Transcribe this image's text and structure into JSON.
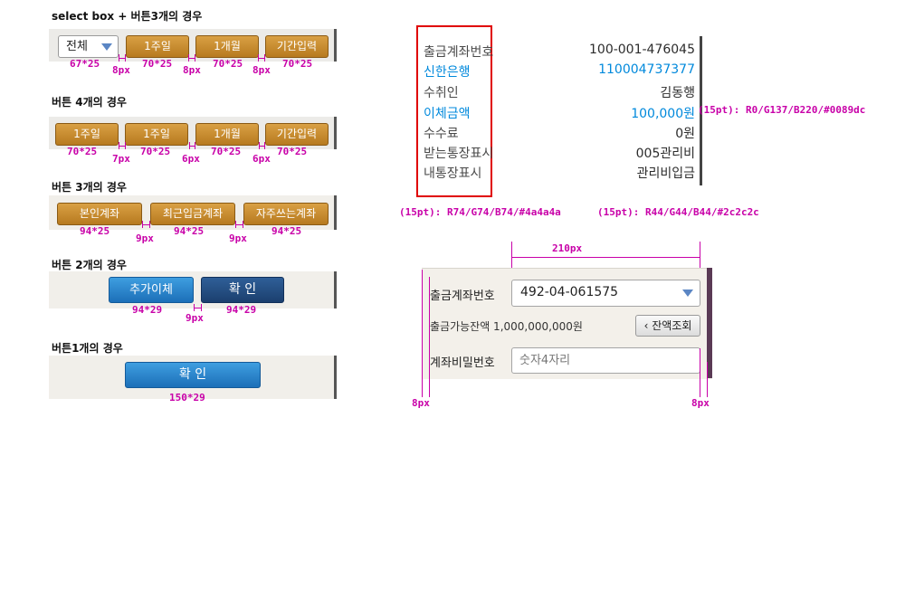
{
  "sections": {
    "s1": {
      "title": "select box + 버튼3개의 경우",
      "select_label": "전체",
      "buttons": [
        "1주일",
        "1개월",
        "기간입력"
      ],
      "dims": [
        "67*25",
        "8px",
        "70*25",
        "8px",
        "70*25",
        "8px",
        "70*25"
      ]
    },
    "s2": {
      "title": "버튼 4개의 경우",
      "buttons": [
        "1주일",
        "1주일",
        "1개월",
        "기간입력"
      ],
      "dims": [
        "70*25",
        "7px",
        "70*25",
        "6px",
        "70*25",
        "6px",
        "70*25"
      ]
    },
    "s3": {
      "title": "버튼 3개의 경우",
      "buttons": [
        "본인계좌",
        "최근입금계좌",
        "자주쓰는계좌"
      ],
      "dims": [
        "94*25",
        "9px",
        "94*25",
        "9px",
        "94*25"
      ]
    },
    "s4": {
      "title": "버튼 2개의 경우",
      "buttons": [
        "추가이체",
        "확 인"
      ],
      "dims": [
        "94*29",
        "9px",
        "94*29"
      ]
    },
    "s5": {
      "title": "버튼1개의 경우",
      "buttons": [
        "확 인"
      ],
      "dims": [
        "150*29"
      ]
    }
  },
  "info_table": {
    "rows": [
      {
        "label": "출금계좌번호",
        "value": "100-001-476045",
        "highlight": false
      },
      {
        "label": "신한은행",
        "value": "110004737377",
        "highlight": true
      },
      {
        "label": "수취인",
        "value": "김동행",
        "highlight": false
      },
      {
        "label": "이체금액",
        "value": "100,000원",
        "highlight": true
      },
      {
        "label": "수수료",
        "value": "0원",
        "highlight": false
      },
      {
        "label": "받는통장표시",
        "value": "005관리비",
        "highlight": false
      },
      {
        "label": "내통장표시",
        "value": "관리비입금",
        "highlight": false
      }
    ],
    "annotation_highlight": "(15pt): R0/G137/B220/#0089dc",
    "annotation_label": "(15pt): R74/G74/B74/#4a4a4a",
    "annotation_value": "(15pt): R44/G44/B44/#2c2c2c"
  },
  "form": {
    "width_dim": "210px",
    "account_label": "출금계좌번호",
    "account_value": "492-04-061575",
    "balance_text": "출금가능잔액 1,000,000,000원",
    "balance_button": "‹ 잔액조회",
    "password_label": "계좌비밀번호",
    "password_placeholder": "숫자4자리",
    "left_dim": "8px",
    "right_dim": "8px"
  },
  "colors": {
    "highlight": "#0089dc",
    "label": "#4a4a4a",
    "value": "#2c2c2c",
    "dimension": "#c800a8",
    "brown_button": "#c88a2e",
    "blue_button": "#2a86d0",
    "navy_button": "#234b80"
  },
  "icons": {
    "dropdown": "triangle-down",
    "back": "chevron-left"
  }
}
